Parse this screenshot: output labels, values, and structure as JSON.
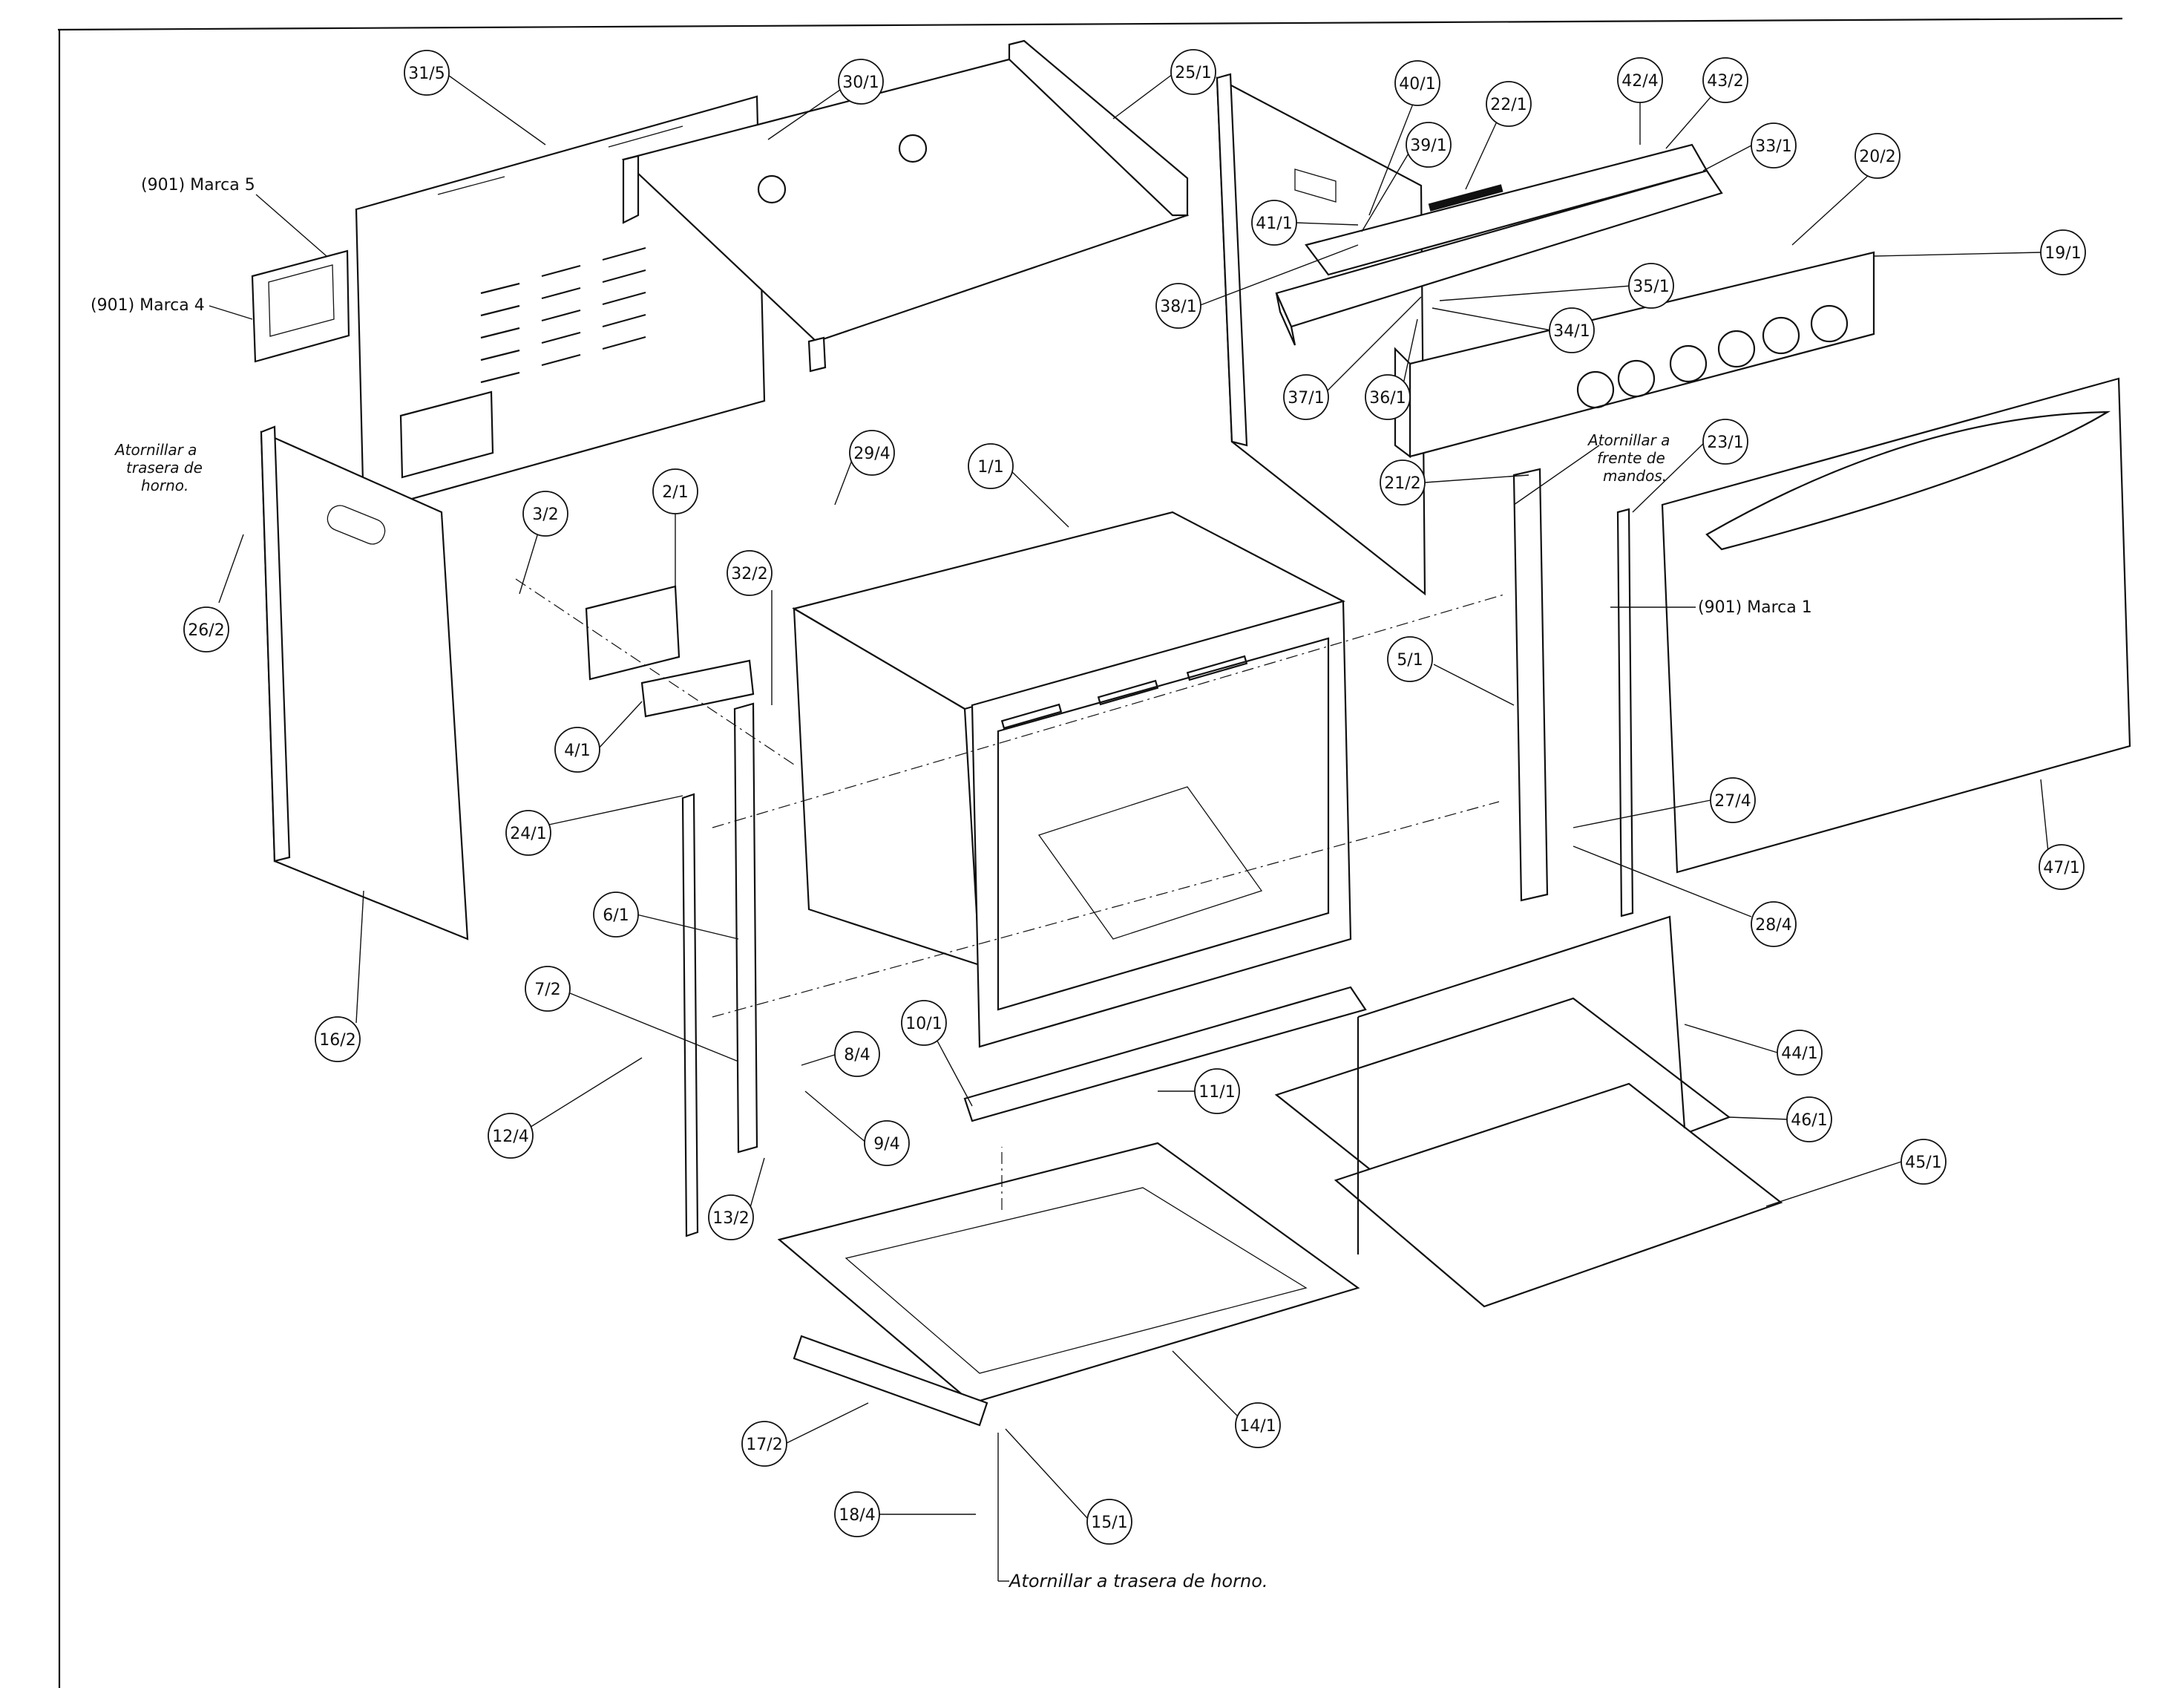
{
  "drawing": {
    "notes": {
      "left_note_line1": "Atornillar a",
      "left_note_line2": "trasera de",
      "left_note_line3": "horno.",
      "front_note_line1": "Atornillar a",
      "front_note_line2": "frente de",
      "front_note_line3": "mandos.",
      "bottom_note": "Atornillar a trasera de horno.",
      "marca_5": "(901) Marca 5",
      "marca_4": "(901) Marca 4",
      "marca_1": "(901) Marca 1"
    },
    "callouts": [
      "31/5",
      "30/1",
      "25/1",
      "40/1",
      "22/1",
      "42/4",
      "43/2",
      "33/1",
      "20/2",
      "19/1",
      "39/1",
      "41/1",
      "38/1",
      "35/1",
      "34/1",
      "37/1",
      "36/1",
      "21/2",
      "23/1",
      "29/4",
      "1/1",
      "3/2",
      "2/1",
      "32/2",
      "26/2",
      "4/1",
      "24/1",
      "5/1",
      "27/4",
      "28/4",
      "47/1",
      "6/1",
      "7/2",
      "16/2",
      "10/1",
      "11/1",
      "8/4",
      "9/4",
      "12/4",
      "13/2",
      "44/1",
      "46/1",
      "45/1",
      "14/1",
      "17/2",
      "18/4",
      "15/1"
    ]
  }
}
